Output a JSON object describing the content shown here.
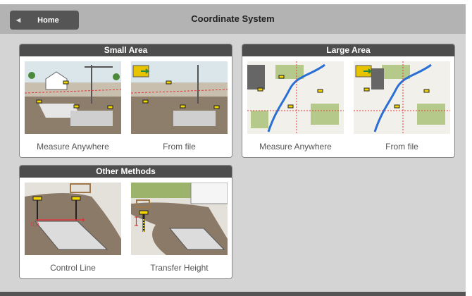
{
  "header": {
    "back_label": "Home",
    "title": "Coordinate System"
  },
  "sections": [
    {
      "title": "Small Area",
      "options": [
        {
          "label": "Measure Anywhere",
          "icon": "construction-site-illustration"
        },
        {
          "label": "From file",
          "icon": "construction-site-from-file-illustration"
        }
      ]
    },
    {
      "title": "Large Area",
      "options": [
        {
          "label": "Measure Anywhere",
          "icon": "map-illustration"
        },
        {
          "label": "From file",
          "icon": "map-from-file-illustration"
        }
      ]
    },
    {
      "title": "Other Methods",
      "options": [
        {
          "label": "Control Line",
          "icon": "control-line-illustration",
          "annotation": "0,0"
        },
        {
          "label": "Transfer Height",
          "icon": "transfer-height-illustration"
        }
      ]
    }
  ],
  "colors": {
    "header_bg": "#b3b3b3",
    "card_header": "#4d4d4d",
    "accent_red": "#e0363c",
    "survey_yellow": "#f2d600"
  }
}
